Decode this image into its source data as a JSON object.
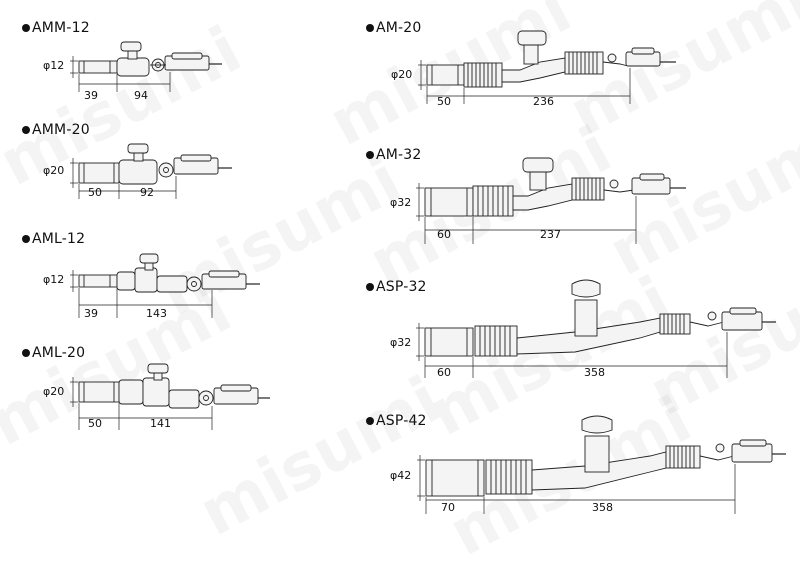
{
  "watermark_text": "misumi",
  "items": [
    {
      "model": "AMM-12",
      "diameter": "φ12",
      "dim_a": "39",
      "dim_b": "94"
    },
    {
      "model": "AMM-20",
      "diameter": "φ20",
      "dim_a": "50",
      "dim_b": "92"
    },
    {
      "model": "AML-12",
      "diameter": "φ12",
      "dim_a": "39",
      "dim_b": "143"
    },
    {
      "model": "AML-20",
      "diameter": "φ20",
      "dim_a": "50",
      "dim_b": "141"
    },
    {
      "model": "AM-20",
      "diameter": "φ20",
      "dim_a": "50",
      "dim_b": "236"
    },
    {
      "model": "AM-32",
      "diameter": "φ32",
      "dim_a": "60",
      "dim_b": "237"
    },
    {
      "model": "ASP-32",
      "diameter": "φ32",
      "dim_a": "60",
      "dim_b": "358"
    },
    {
      "model": "ASP-42",
      "diameter": "φ42",
      "dim_a": "70",
      "dim_b": "358"
    }
  ]
}
